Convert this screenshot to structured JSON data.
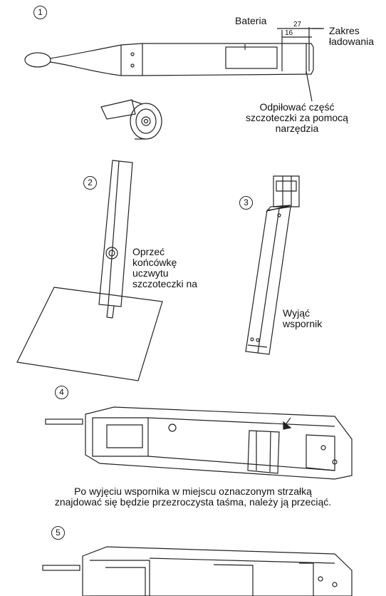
{
  "steps": [
    "1",
    "2",
    "3",
    "4",
    "5"
  ],
  "step1": {
    "battery_label": "Bateria",
    "dim_27": "27",
    "dim_16": "16",
    "charging_range_label": "Zakres\nładowania",
    "file_off_label": "Odpiłować część\nszczoteczki za pomocą\nnarzędzia"
  },
  "step2": {
    "lean_label": "Oprzeć\nkońcówkę\nuczwytu\nszczoteczki na"
  },
  "step3": {
    "remove_label": "Wyjąć\nwspornik"
  },
  "step4": {
    "instruction": "Po wyjęciu wspornika w miejscu oznaczonym strzałką\nznajdować się będzie przezroczysta taśma, należy ją przeciąć."
  }
}
